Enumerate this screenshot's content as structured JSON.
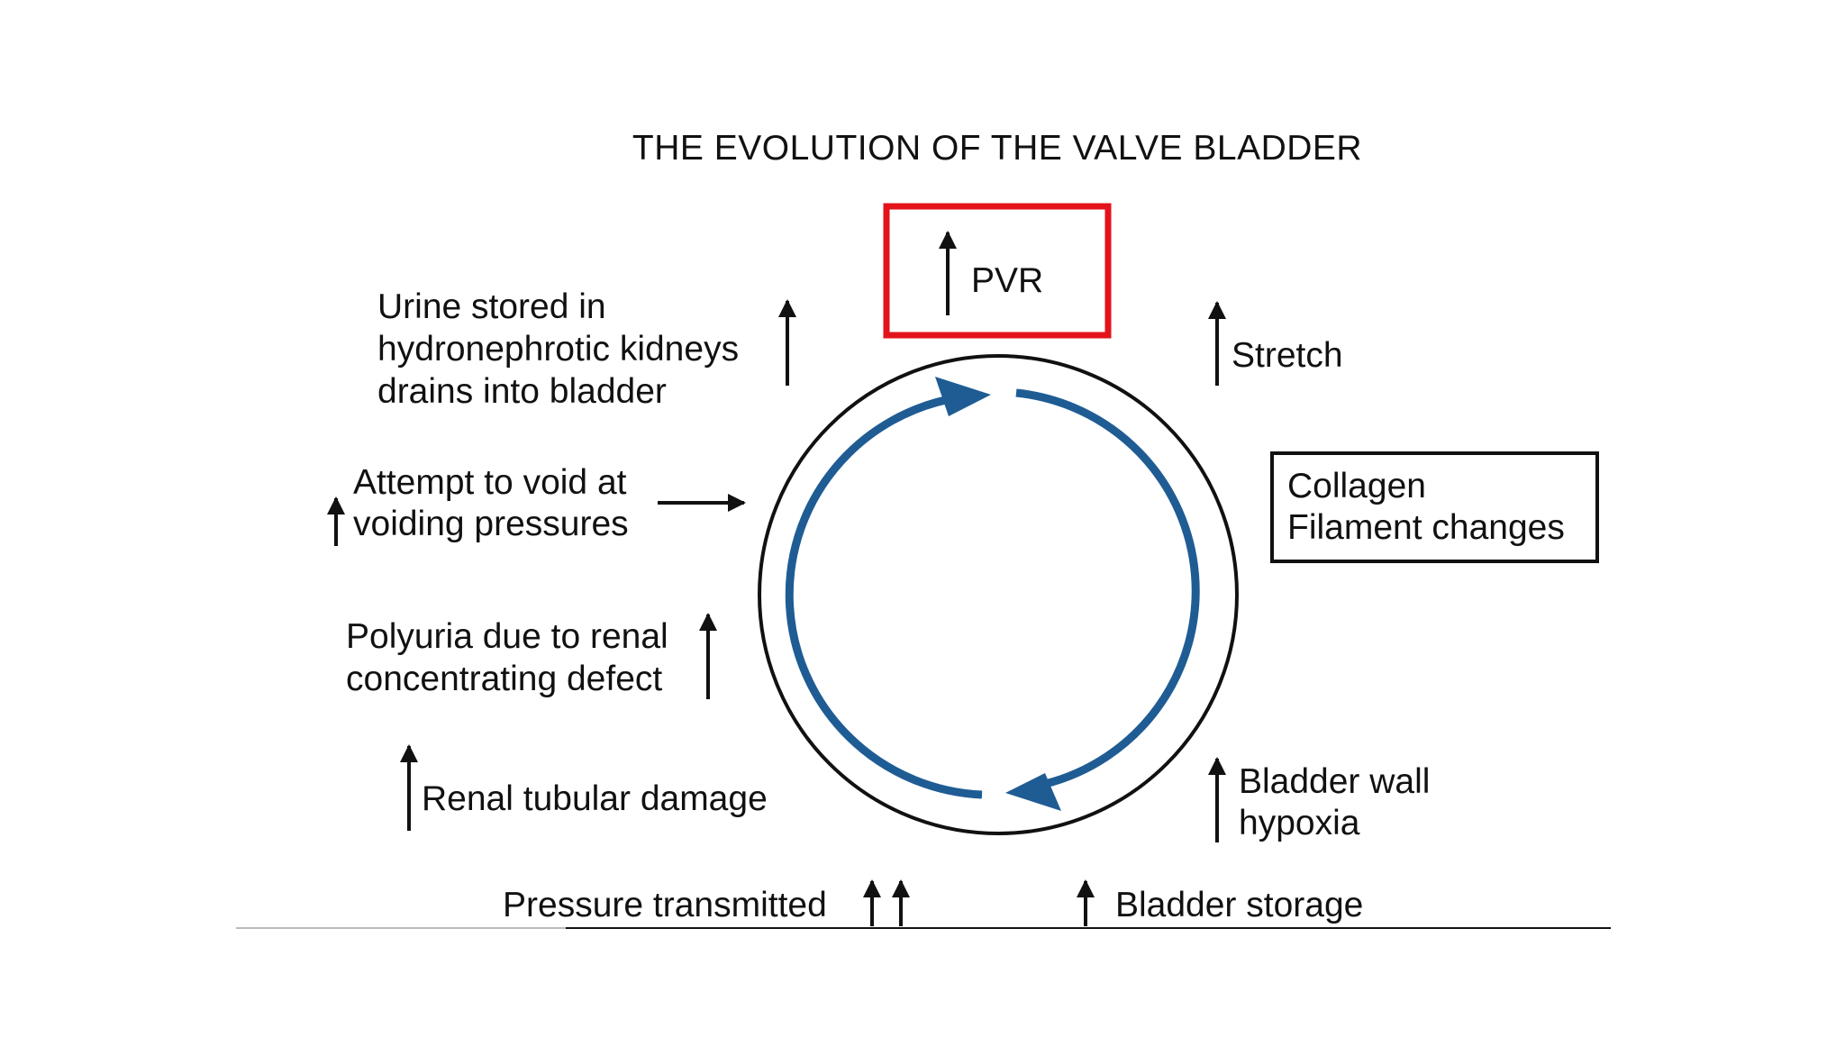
{
  "title": "THE EVOLUTION OF THE VALVE BLADDER",
  "nodes": {
    "pvr": {
      "line1": "PVR"
    },
    "stretch": {
      "line1": "Stretch"
    },
    "collagen": {
      "line1": "Collagen",
      "line2": "Filament changes"
    },
    "hypoxia": {
      "line1": "Bladder wall",
      "line2": "hypoxia"
    },
    "storage": {
      "line1": "Bladder storage"
    },
    "pressure": {
      "line1": "Pressure transmitted"
    },
    "tubular": {
      "line1": "Renal tubular damage"
    },
    "polyuria": {
      "line1": "Polyuria due to renal",
      "line2": "concentrating defect"
    },
    "attempt": {
      "line1": "Attempt to void at",
      "line2": "voiding pressures"
    },
    "urine": {
      "line1": "Urine stored in",
      "line2": "hydronephrotic kidneys",
      "line3": "drains into bladder"
    }
  },
  "colors": {
    "cycle_arrow": "#1f5c94",
    "highlight_box": "#e3131b",
    "ink": "#111111"
  }
}
